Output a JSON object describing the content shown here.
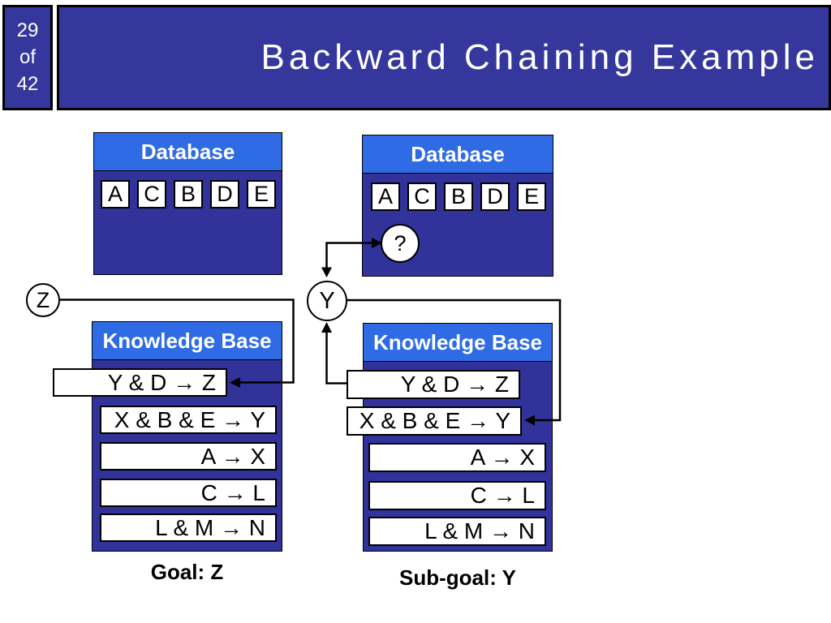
{
  "page_indicator": {
    "current": "29",
    "of_label": "of",
    "total": "42"
  },
  "title": "Backward Chaining Example",
  "left_diagram": {
    "database": {
      "title": "Database",
      "facts": [
        "A",
        "C",
        "B",
        "D",
        "E"
      ]
    },
    "goal_circle_label": "Z",
    "knowledge_base": {
      "title": "Knowledge Base",
      "rules": [
        "Y & D → Z",
        "X & B & E → Y",
        "A → X",
        "C → L",
        "L & M → N"
      ]
    },
    "caption": "Goal: Z"
  },
  "right_diagram": {
    "database": {
      "title": "Database",
      "facts": [
        "A",
        "C",
        "B",
        "D",
        "E"
      ]
    },
    "query_circle_label": "?",
    "subgoal_circle_label": "Y",
    "knowledge_base": {
      "title": "Knowledge Base",
      "rules": [
        "Y & D → Z",
        "X & B & E → Y",
        "A → X",
        "C → L",
        "L & M → N"
      ]
    },
    "caption": "Sub-goal: Y"
  },
  "colors": {
    "panel_dark_blue": "#31339B",
    "header_light_blue": "#2E6BE4",
    "title_bar_blue": "#35379C",
    "text_white": "#FFFFFF",
    "line_black": "#000000"
  }
}
